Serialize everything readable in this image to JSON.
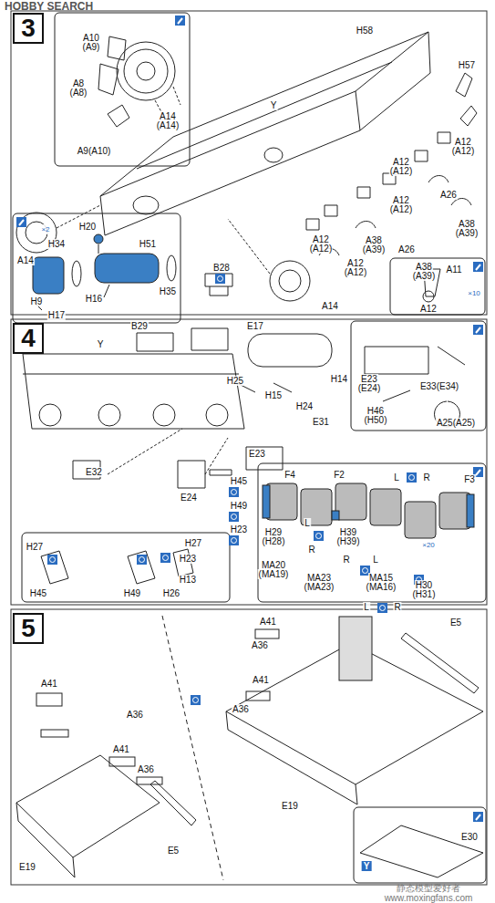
{
  "diagram": {
    "nodes": [
      {
        "text": [
          "3"
        ]
      },
      {
        "text": [
          "4"
        ]
      },
      {
        "text": [
          "5"
        ]
      }
    ],
    "labels": [
      "HOBBY SEARCH",
      "A10",
      "(A9)",
      "A8",
      "(A8)",
      "A14",
      "(A14)",
      "A9(A10)",
      "H58",
      "Y",
      "H57",
      "A14",
      "A12",
      "(A12)",
      "A12",
      "(A12)",
      "A26",
      "A12",
      "(A12)",
      "A26",
      "A38",
      "(A39)",
      "A38",
      "(A39)",
      "A12",
      "(A12)",
      "A38",
      "(A39)",
      "A12",
      "(A12)",
      "A14",
      "H20",
      "×2",
      "H34",
      "H51",
      "H9",
      "H16",
      "H35",
      "H17",
      "B28",
      "A11",
      "A12",
      "×10",
      "B29",
      "E17",
      "Y",
      "H14",
      "H25",
      "H15",
      "H24",
      "E31",
      "E23",
      "E32",
      "E24",
      "H45",
      "H49",
      "H23",
      "E23",
      "(E24)",
      "E33(E34)",
      "H46",
      "(H50)",
      "A25(A25)",
      "H27",
      "H27",
      "H23",
      "H13",
      "H26",
      "H45",
      "H49",
      "F4",
      "F2",
      "L",
      "R",
      "F3",
      "×20",
      "H29",
      "(H28)",
      "L",
      "R",
      "H39",
      "(H39)",
      "R",
      "L",
      "MA20",
      "(MA19)",
      "MA23",
      "(MA23)",
      "MA15",
      "(MA16)",
      "H30",
      "(H31)",
      "A41",
      "A36",
      "A41",
      "A36",
      "L",
      "R",
      "E5",
      "E19",
      "A41",
      "A36",
      "A41",
      "A36",
      "E5",
      "E19",
      "E30",
      "Y",
      "静态模型爱好者",
      "www.moxingfans.com"
    ]
  }
}
